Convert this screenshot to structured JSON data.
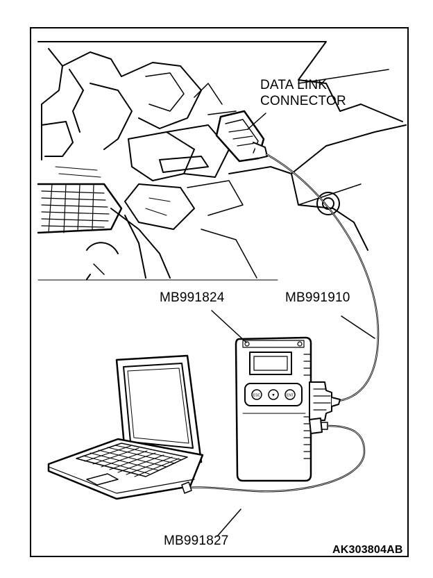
{
  "labels": {
    "connector_line1": "DATA LINK",
    "connector_line2": "CONNECTOR",
    "vci": "MB991824",
    "vci_cable": "MB991910",
    "usb_cable": "MB991827",
    "figure_code": "AK303804AB"
  },
  "vci_buttons": [
    "ESC",
    "▼",
    "ENT"
  ]
}
